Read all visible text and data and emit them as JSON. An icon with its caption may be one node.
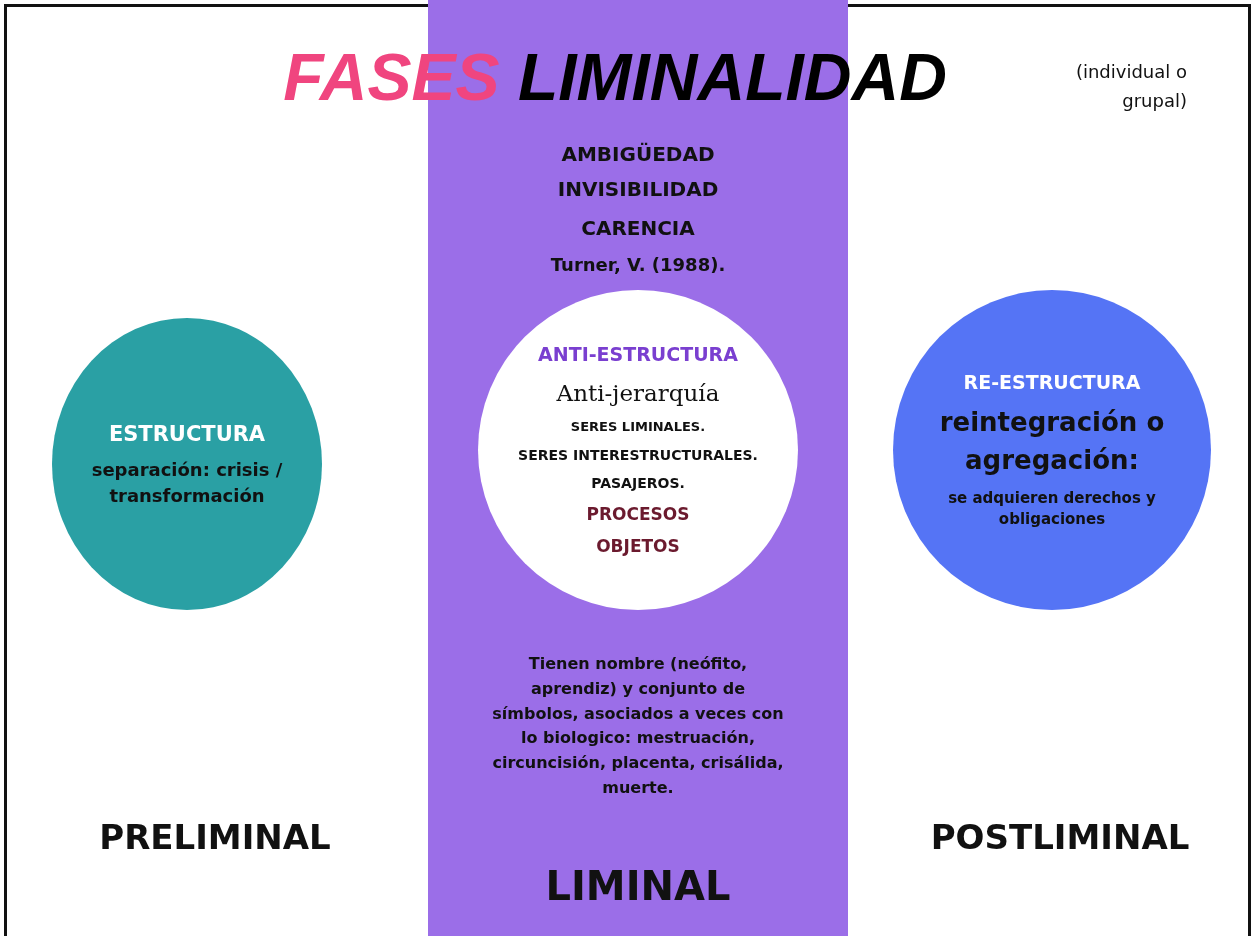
{
  "diagram": {
    "title": "FASES LIMINALIDAD",
    "nodes": [
      {
        "text": [
          "ESTRUCTURA",
          "separación: crisis / transformación"
        ]
      },
      {
        "text": [
          "AMBIGÜEDAD",
          "INVISIBILIDAD",
          "CARENCIA",
          "Turner, V. (1988).",
          "Tienen nombre (neófito, aprendiz) y conjunto de símbolos, asociados a veces con lo biologico: mestruación, circuncisión, placenta, crisálida, muerte.",
          "LIMINAL"
        ]
      },
      {
        "text": [
          "ANTI-ESTRUCTURA",
          "Anti-jerarquía",
          "SERES LIMINALES.",
          "SERES INTERESTRUCTURALES.",
          "PASAJEROS.",
          "PROCESOS",
          "OBJETOS"
        ],
        "in": 1
      },
      {
        "text": [
          "RE-ESTRUCTURA",
          "reintegración o agregación:",
          "se adquieren derechos y obligaciones"
        ]
      }
    ],
    "labels": [
      "(individual o grupal)",
      "PRELIMINAL",
      "POSTLIMINAL"
    ]
  }
}
